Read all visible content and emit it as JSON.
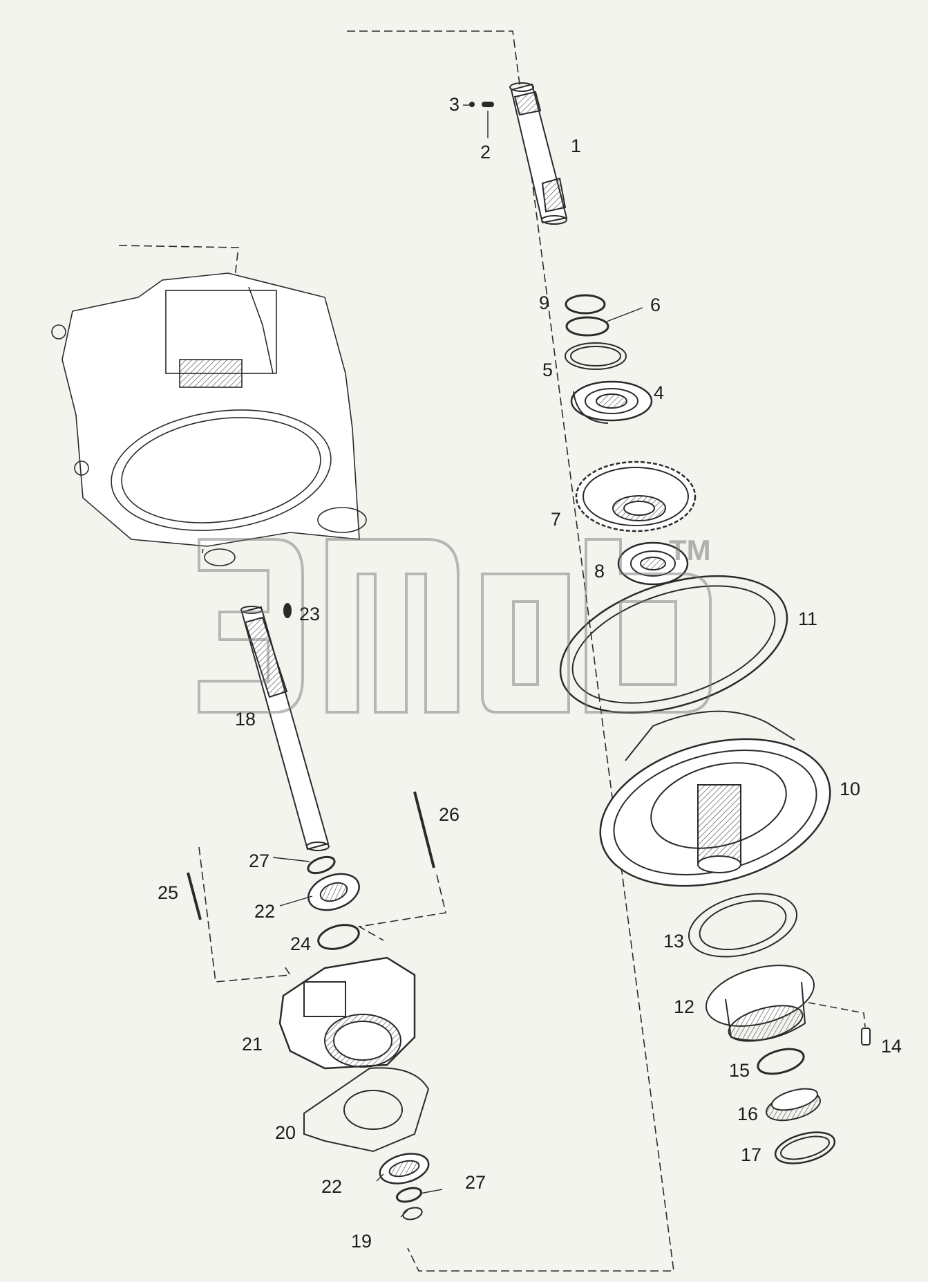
{
  "diagram": {
    "callouts": [
      {
        "id": "c1",
        "text": "1"
      },
      {
        "id": "c2",
        "text": "2"
      },
      {
        "id": "c3",
        "text": "3"
      },
      {
        "id": "c4",
        "text": "4"
      },
      {
        "id": "c5",
        "text": "5"
      },
      {
        "id": "c6",
        "text": "6"
      },
      {
        "id": "c7",
        "text": "7"
      },
      {
        "id": "c8",
        "text": "8"
      },
      {
        "id": "c9",
        "text": "9"
      },
      {
        "id": "c10",
        "text": "10"
      },
      {
        "id": "c11",
        "text": "11"
      },
      {
        "id": "c12",
        "text": "12"
      },
      {
        "id": "c13",
        "text": "13"
      },
      {
        "id": "c14",
        "text": "14"
      },
      {
        "id": "c15",
        "text": "15"
      },
      {
        "id": "c16",
        "text": "16"
      },
      {
        "id": "c17",
        "text": "17"
      },
      {
        "id": "c18",
        "text": "18"
      },
      {
        "id": "c19",
        "text": "19"
      },
      {
        "id": "c20",
        "text": "20"
      },
      {
        "id": "c21",
        "text": "21"
      },
      {
        "id": "c22a",
        "text": "22"
      },
      {
        "id": "c22b",
        "text": "22"
      },
      {
        "id": "c23",
        "text": "23"
      },
      {
        "id": "c24",
        "text": "24"
      },
      {
        "id": "c25",
        "text": "25"
      },
      {
        "id": "c26",
        "text": "26"
      },
      {
        "id": "c27a",
        "text": "27"
      },
      {
        "id": "c27b",
        "text": "27"
      }
    ],
    "watermark_tm": "TM"
  },
  "colors": {
    "line": "#2a2a2a",
    "background": "#f4f4ef",
    "watermark": "#8c8c8c"
  }
}
